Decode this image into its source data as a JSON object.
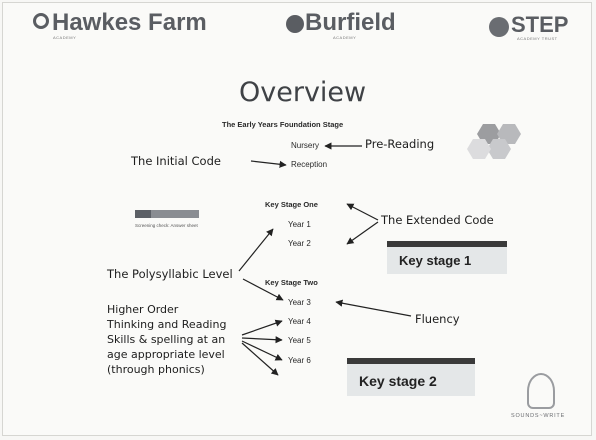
{
  "logos": {
    "hawkes_farm": {
      "name": "Hawkes Farm",
      "sub": "ACADEMY"
    },
    "burfield": {
      "name": "Burfield",
      "sub": "ACADEMY"
    },
    "step": {
      "name": "STEP",
      "sub": "ACADEMY TRUST"
    }
  },
  "slide": {
    "title": "Overview",
    "eyfs": {
      "heading": "The Early Years Foundation Stage",
      "nursery": "Nursery",
      "reception": "Reception",
      "pre_reading": "Pre-Reading",
      "initial_code": "The Initial Code"
    },
    "ks1": {
      "heading": "Key Stage One",
      "year1": "Year 1",
      "year2": "Year 2",
      "extended_code": "The Extended Code",
      "screening_caption": "Screening check: Answer sheet",
      "badge_label": "Key stage 1"
    },
    "ks2": {
      "heading": "Key Stage Two",
      "year3": "Year 3",
      "year4": "Year 4",
      "year5": "Year 5",
      "year6": "Year 6",
      "polysyllabic": "The Polysyllabic Level",
      "fluency": "Fluency",
      "higher_order": [
        "Higher Order",
        "Thinking and Reading",
        "Skills & spelling at an",
        "age appropriate level",
        "(through phonics)"
      ],
      "badge_label": "Key stage 2"
    },
    "sounds_write": "SOUNDS~WRITE"
  },
  "colors": {
    "title": "#3f4246",
    "logo_grey": "#5a5d62",
    "badge_bar": "#3a3a3a",
    "badge_bg": "#e4e7e8"
  }
}
